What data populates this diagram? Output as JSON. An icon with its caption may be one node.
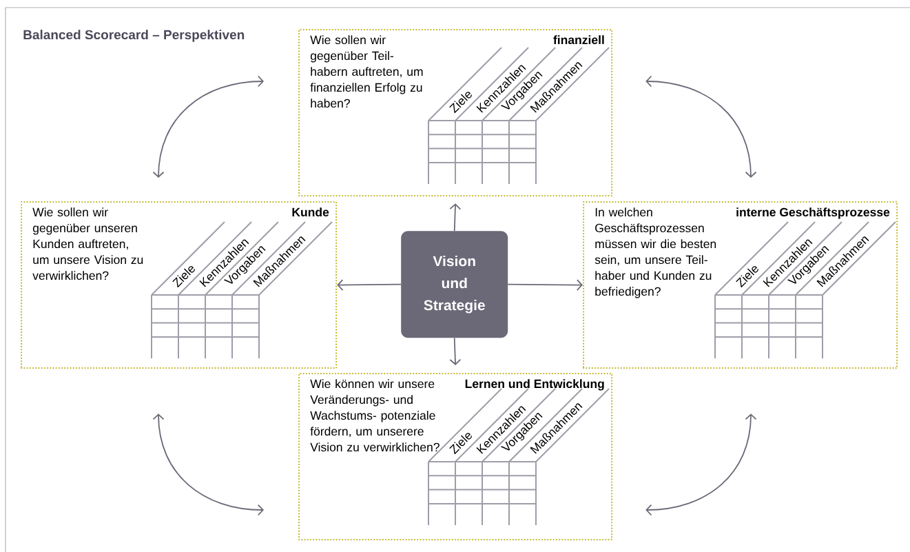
{
  "diagram": {
    "title": "Balanced Scorecard – Perspektiven",
    "nodes": [
      {
        "text": [
          "Wie sollen wir gegenüber Teil- habern auftreten, um finanziellen Erfolg zu haben?",
          "finanziell",
          "Ziele",
          "Kennzahlen",
          "Vorgaben",
          "Maßnahmen"
        ]
      },
      {
        "text": [
          "Wie sollen wir gegenüber unseren Kunden auftreten, um unsere Vision zu verwirklichen?",
          "Kunde",
          "Ziele",
          "Kennzahlen",
          "Vorgaben",
          "Maßnahmen"
        ]
      },
      {
        "text": [
          "Vision und Strategie"
        ]
      },
      {
        "text": [
          "In welchen Geschäftsprozessen müssen wir die besten sein, um unsere Teil- haber und Kunden zu befriedigen?",
          "interne Geschäftsprozesse",
          "Ziele",
          "Kennzahlen",
          "Vorgaben",
          "Maßnahmen"
        ]
      },
      {
        "text": [
          "Wie können wir unsere Veränderungs- und Wachstums- potenziale fördern, um unserere Vision zu verwirklichen?",
          "Lernen und Entwicklung",
          "Ziele",
          "Kennzahlen",
          "Vorgaben",
          "Maßnahmen"
        ]
      }
    ],
    "edges": [
      {
        "from": 2,
        "to": 0,
        "arrow": "to"
      },
      {
        "from": 2,
        "to": 1,
        "arrow": "to"
      },
      {
        "from": 2,
        "to": 3,
        "arrow": "to"
      },
      {
        "from": 2,
        "to": 4,
        "arrow": "to"
      },
      {
        "from": 1,
        "to": 0,
        "arrow": "both"
      },
      {
        "from": 0,
        "to": 3,
        "arrow": "both"
      },
      {
        "from": 1,
        "to": 4,
        "arrow": "both"
      },
      {
        "from": 4,
        "to": 3,
        "arrow": "both"
      }
    ]
  }
}
